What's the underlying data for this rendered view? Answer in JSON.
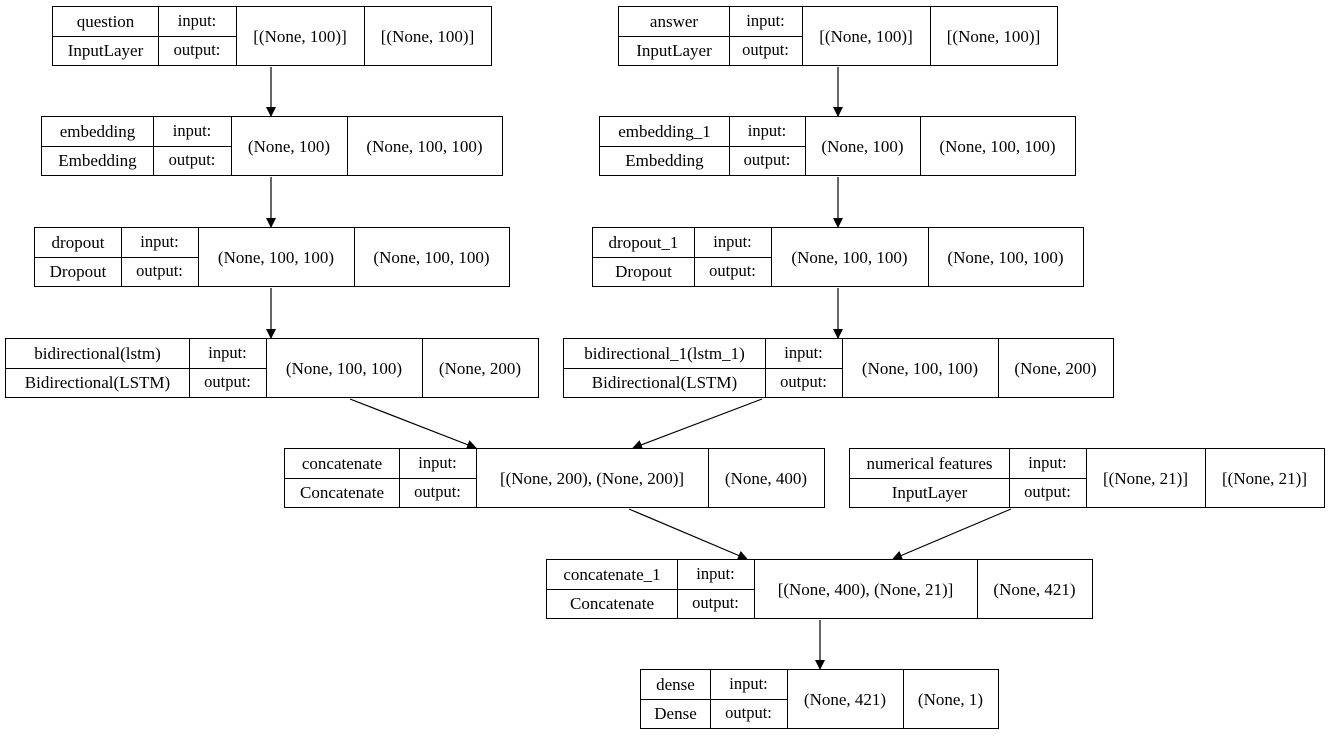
{
  "nodes": [
    {
      "id": "question",
      "name": "question",
      "type": "InputLayer",
      "in_label": "input:",
      "out_label": "output:",
      "input_shape": "[(None, 100)]",
      "output_shape": "[(None, 100)]"
    },
    {
      "id": "answer",
      "name": "answer",
      "type": "InputLayer",
      "in_label": "input:",
      "out_label": "output:",
      "input_shape": "[(None, 100)]",
      "output_shape": "[(None, 100)]"
    },
    {
      "id": "embedding",
      "name": "embedding",
      "type": "Embedding",
      "in_label": "input:",
      "out_label": "output:",
      "input_shape": "(None, 100)",
      "output_shape": "(None, 100, 100)"
    },
    {
      "id": "embedding_1",
      "name": "embedding_1",
      "type": "Embedding",
      "in_label": "input:",
      "out_label": "output:",
      "input_shape": "(None, 100)",
      "output_shape": "(None, 100, 100)"
    },
    {
      "id": "dropout",
      "name": "dropout",
      "type": "Dropout",
      "in_label": "input:",
      "out_label": "output:",
      "input_shape": "(None, 100, 100)",
      "output_shape": "(None, 100, 100)"
    },
    {
      "id": "dropout_1",
      "name": "dropout_1",
      "type": "Dropout",
      "in_label": "input:",
      "out_label": "output:",
      "input_shape": "(None, 100, 100)",
      "output_shape": "(None, 100, 100)"
    },
    {
      "id": "bidirectional",
      "name": "bidirectional(lstm)",
      "type": "Bidirectional(LSTM)",
      "in_label": "input:",
      "out_label": "output:",
      "input_shape": "(None, 100, 100)",
      "output_shape": "(None, 200)"
    },
    {
      "id": "bidirectional_1",
      "name": "bidirectional_1(lstm_1)",
      "type": "Bidirectional(LSTM)",
      "in_label": "input:",
      "out_label": "output:",
      "input_shape": "(None, 100, 100)",
      "output_shape": "(None, 200)"
    },
    {
      "id": "concatenate",
      "name": "concatenate",
      "type": "Concatenate",
      "in_label": "input:",
      "out_label": "output:",
      "input_shape": "[(None, 200), (None, 200)]",
      "output_shape": "(None, 400)"
    },
    {
      "id": "numerical_features",
      "name": "numerical features",
      "type": "InputLayer",
      "in_label": "input:",
      "out_label": "output:",
      "input_shape": "[(None, 21)]",
      "output_shape": "[(None, 21)]"
    },
    {
      "id": "concatenate_1",
      "name": "concatenate_1",
      "type": "Concatenate",
      "in_label": "input:",
      "out_label": "output:",
      "input_shape": "[(None, 400), (None, 21)]",
      "output_shape": "(None, 421)"
    },
    {
      "id": "dense",
      "name": "dense",
      "type": "Dense",
      "in_label": "input:",
      "out_label": "output:",
      "input_shape": "(None, 421)",
      "output_shape": "(None, 1)"
    }
  ],
  "edges": [
    {
      "from": "question",
      "to": "embedding"
    },
    {
      "from": "answer",
      "to": "embedding_1"
    },
    {
      "from": "embedding",
      "to": "dropout"
    },
    {
      "from": "embedding_1",
      "to": "dropout_1"
    },
    {
      "from": "dropout",
      "to": "bidirectional"
    },
    {
      "from": "dropout_1",
      "to": "bidirectional_1"
    },
    {
      "from": "bidirectional",
      "to": "concatenate"
    },
    {
      "from": "bidirectional_1",
      "to": "concatenate"
    },
    {
      "from": "concatenate",
      "to": "concatenate_1"
    },
    {
      "from": "numerical_features",
      "to": "concatenate_1"
    },
    {
      "from": "concatenate_1",
      "to": "dense"
    }
  ]
}
